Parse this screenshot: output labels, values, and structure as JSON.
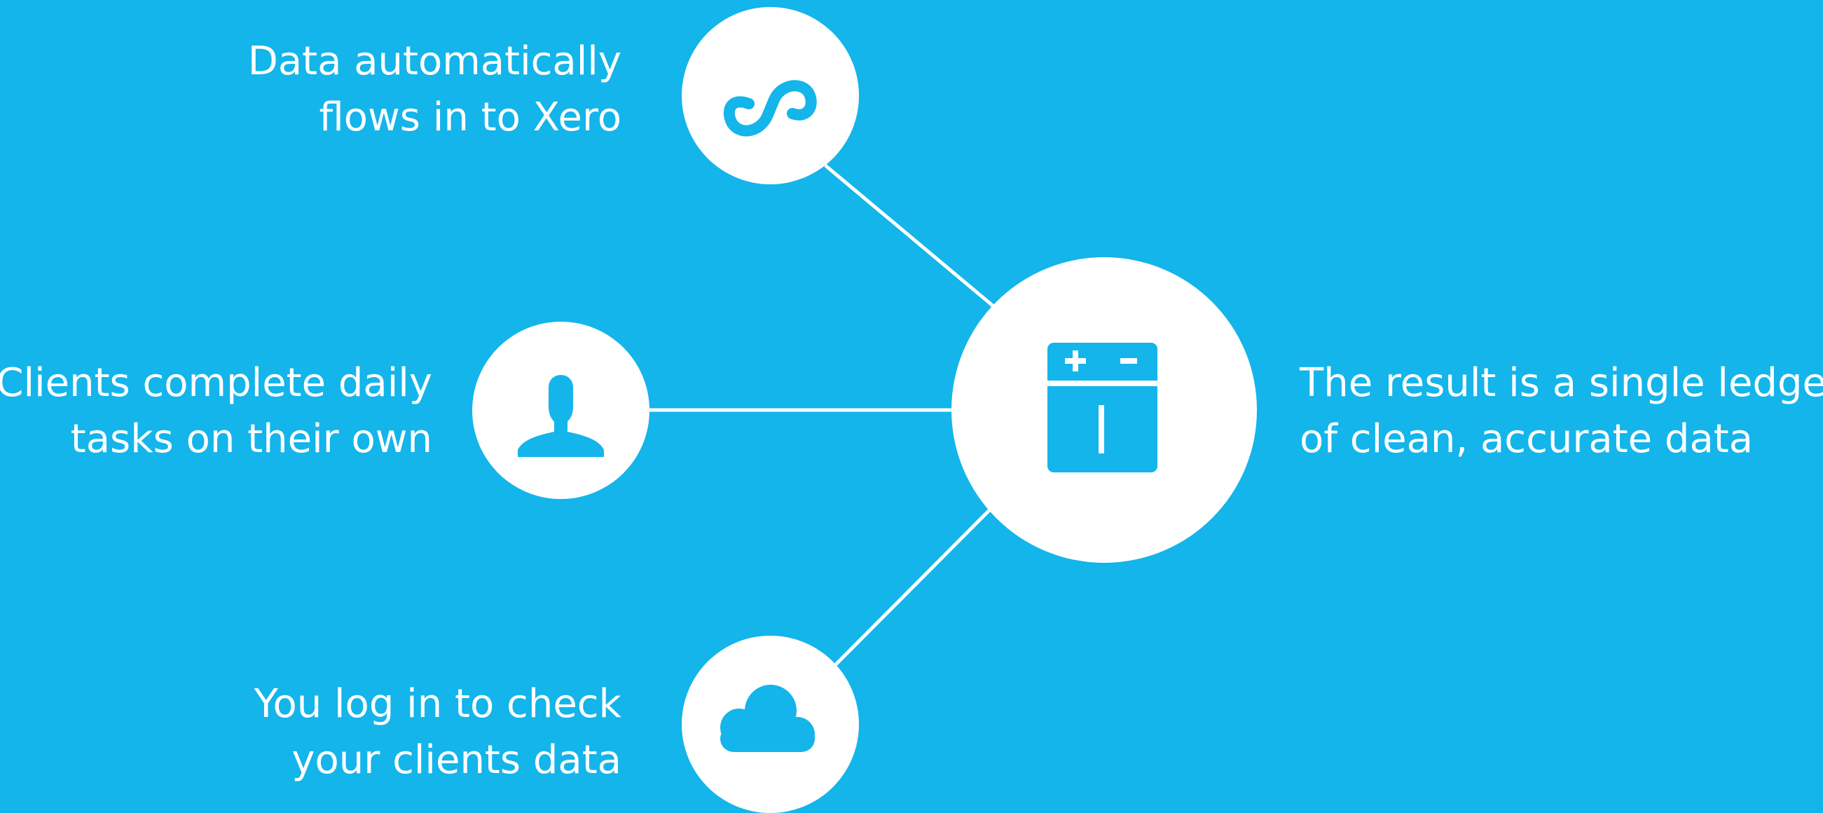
{
  "colors": {
    "background": "#13b5ea",
    "foreground": "#ffffff"
  },
  "hub": {
    "icon": "calculator-icon",
    "caption_lines": [
      "The result is a single ledger",
      "of clean, accurate data"
    ]
  },
  "steps": [
    {
      "id": "flow",
      "icon": "infinity-link-icon",
      "caption_lines": [
        "Data automatically",
        "flows in to Xero"
      ]
    },
    {
      "id": "client",
      "icon": "person-icon",
      "caption_lines": [
        "Clients complete daily",
        "tasks on their own"
      ]
    },
    {
      "id": "cloud",
      "icon": "cloud-icon",
      "caption_lines": [
        "You log in to check",
        "your clients data"
      ]
    }
  ]
}
